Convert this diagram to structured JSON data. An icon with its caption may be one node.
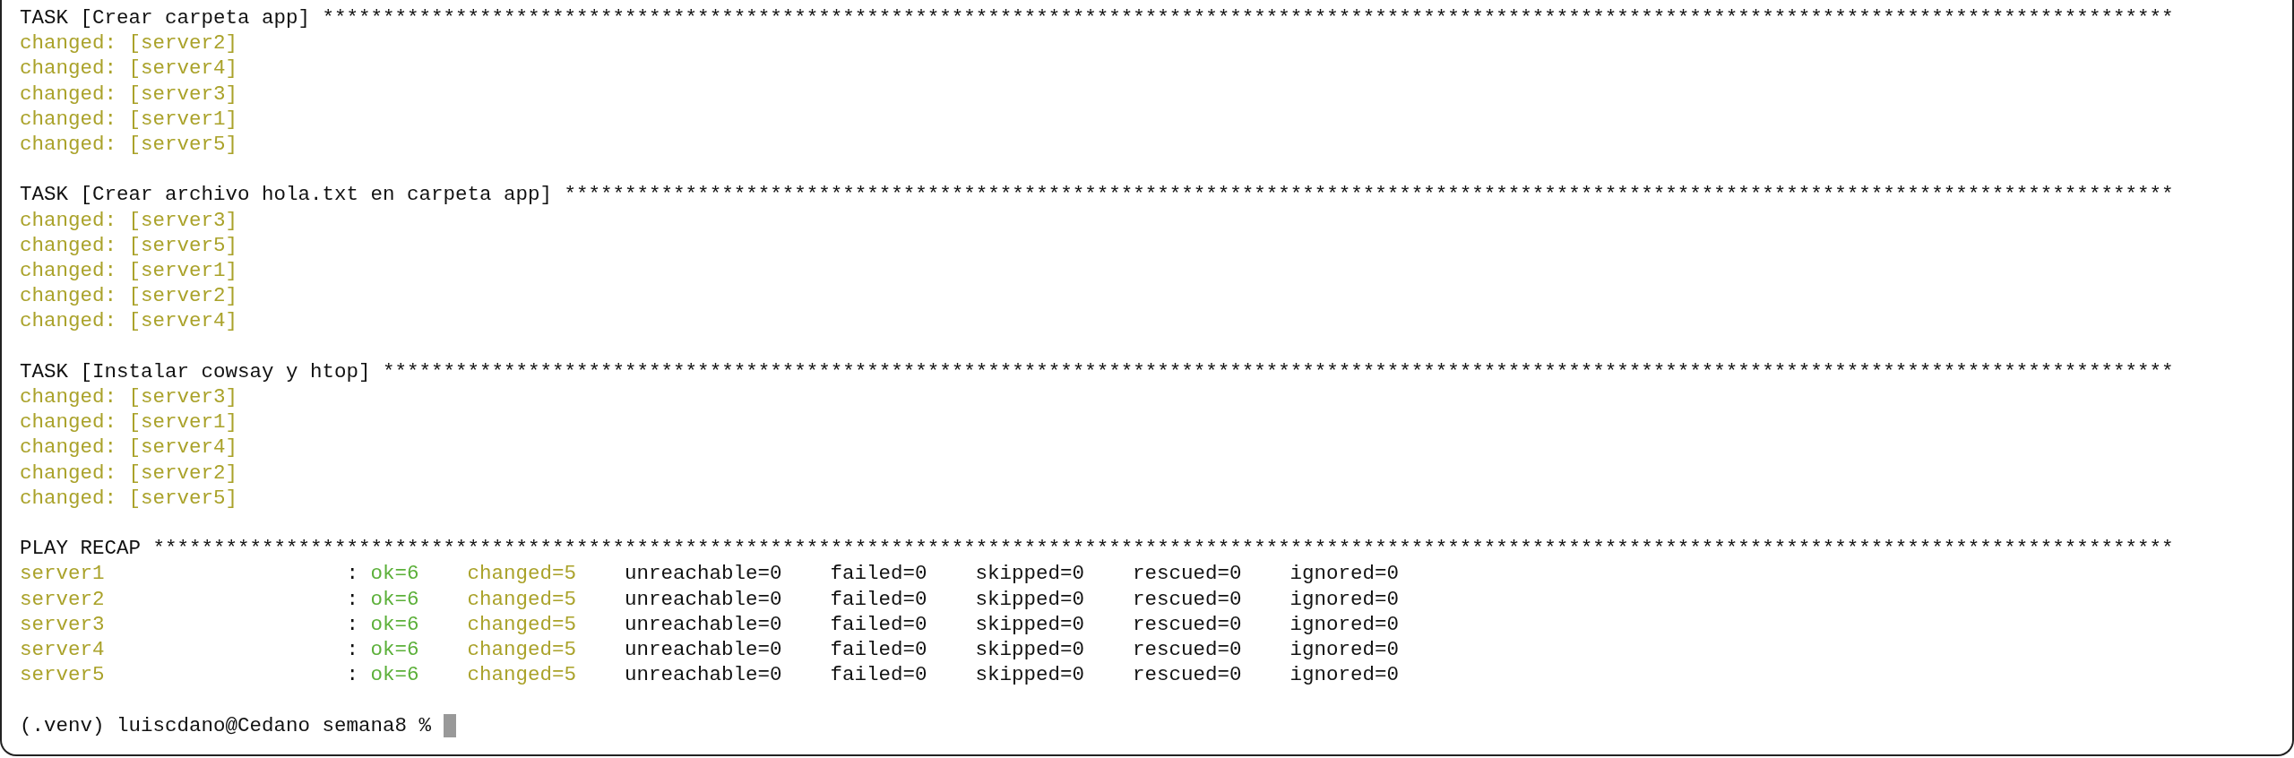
{
  "diagram": {
    "labels": [
      "TASK [Crear carpeta app] *********************************************************************************************************************************************************",
      "changed: [server2]",
      "changed: [server4]",
      "changed: [server3]",
      "changed: [server1]",
      "changed: [server5]",
      "TASK [Crear archivo hola.txt en carpeta app] *************************************************************************************************************************************",
      "changed: [server3]",
      "changed: [server5]",
      "changed: [server1]",
      "changed: [server2]",
      "changed: [server4]",
      "TASK [Instalar cowsay y htop] ****************************************************************************************************************************************************",
      "changed: [server3]",
      "changed: [server1]",
      "changed: [server4]",
      "changed: [server2]",
      "changed: [server5]",
      "PLAY RECAP ***********************************************************************************************************************************************************************",
      "server1",
      ":",
      "ok=6",
      "changed=5",
      "unreachable=0",
      "failed=0",
      "skipped=0",
      "rescued=0",
      "ignored=0",
      "server2",
      ":",
      "ok=6",
      "changed=5",
      "unreachable=0",
      "failed=0",
      "skipped=0",
      "rescued=0",
      "ignored=0",
      "server3",
      ":",
      "ok=6",
      "changed=5",
      "unreachable=0",
      "failed=0",
      "skipped=0",
      "rescued=0",
      "ignored=0",
      "server4",
      ":",
      "ok=6",
      "changed=5",
      "unreachable=0",
      "failed=0",
      "skipped=0",
      "rescued=0",
      "ignored=0",
      "server5",
      ":",
      "ok=6",
      "changed=5",
      "unreachable=0",
      "failed=0",
      "skipped=0",
      "rescued=0",
      "ignored=0",
      "(.venv) luiscdano@Cedano semana8 %"
    ]
  }
}
